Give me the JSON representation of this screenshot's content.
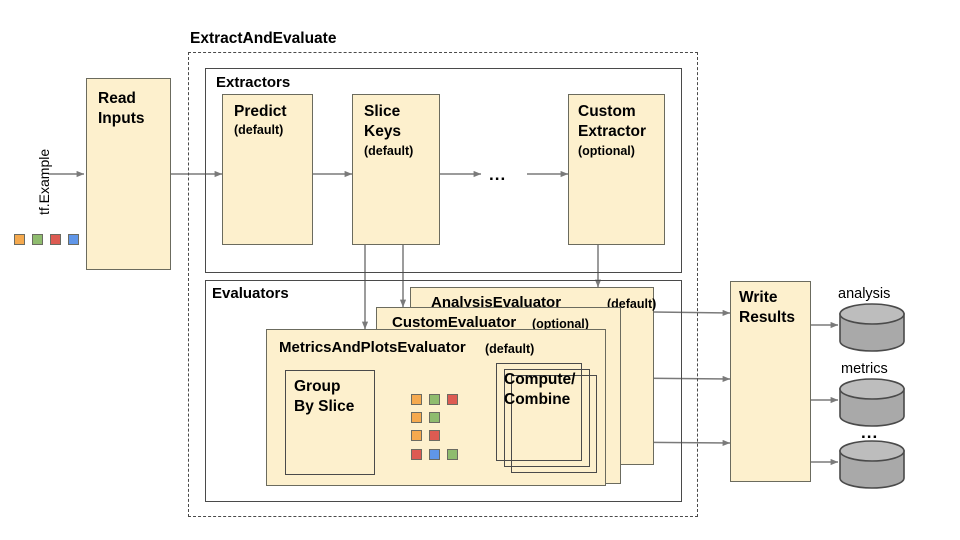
{
  "diagram": {
    "title": "ExtractAndEvaluate",
    "input_label": "tf.Example",
    "ellipsis": "...",
    "colors": {
      "box_fill": "#fdf0cd",
      "box_stroke": "#6b6b5e",
      "line": "#7a7a7a",
      "cylinder": "#a9a9a9",
      "swatch_orange": "#f5a94e",
      "swatch_green": "#8fbc6e",
      "swatch_red": "#dd5b52",
      "swatch_blue": "#6096e8"
    },
    "input_swatches": [
      "orange",
      "green",
      "red",
      "blue"
    ],
    "read_inputs": {
      "line1": "Read",
      "line2": "Inputs"
    },
    "extractors": {
      "section_label": "Extractors",
      "nodes": [
        {
          "line1": "Predict",
          "line2": "",
          "sub": "(default)"
        },
        {
          "line1": "Slice",
          "line2": "Keys",
          "sub": "(default)"
        },
        {
          "line1": "Custom",
          "line2": "Extractor",
          "sub": "(optional)"
        }
      ]
    },
    "evaluators": {
      "section_label": "Evaluators",
      "stack": [
        {
          "name": "AnalysisEvaluator",
          "qualifier": "(default)"
        },
        {
          "name": "CustomEvaluator",
          "qualifier": "(optional)"
        },
        {
          "name": "MetricsAndPlotsEvaluator",
          "qualifier": "(default)"
        }
      ],
      "group_by_slice": {
        "line1": "Group",
        "line2": "By Slice"
      },
      "compute_combine": {
        "line1": "Compute/",
        "line2": "Combine"
      },
      "slice_swatch_rows": [
        [
          "orange",
          "green",
          "red"
        ],
        [
          "orange",
          "green"
        ],
        [
          "orange",
          "red"
        ],
        [
          "red",
          "blue",
          "green"
        ]
      ]
    },
    "write_results": {
      "line1": "Write",
      "line2": "Results"
    },
    "outputs": [
      {
        "label": "analysis"
      },
      {
        "label": "metrics"
      },
      {
        "label": "..."
      }
    ]
  }
}
